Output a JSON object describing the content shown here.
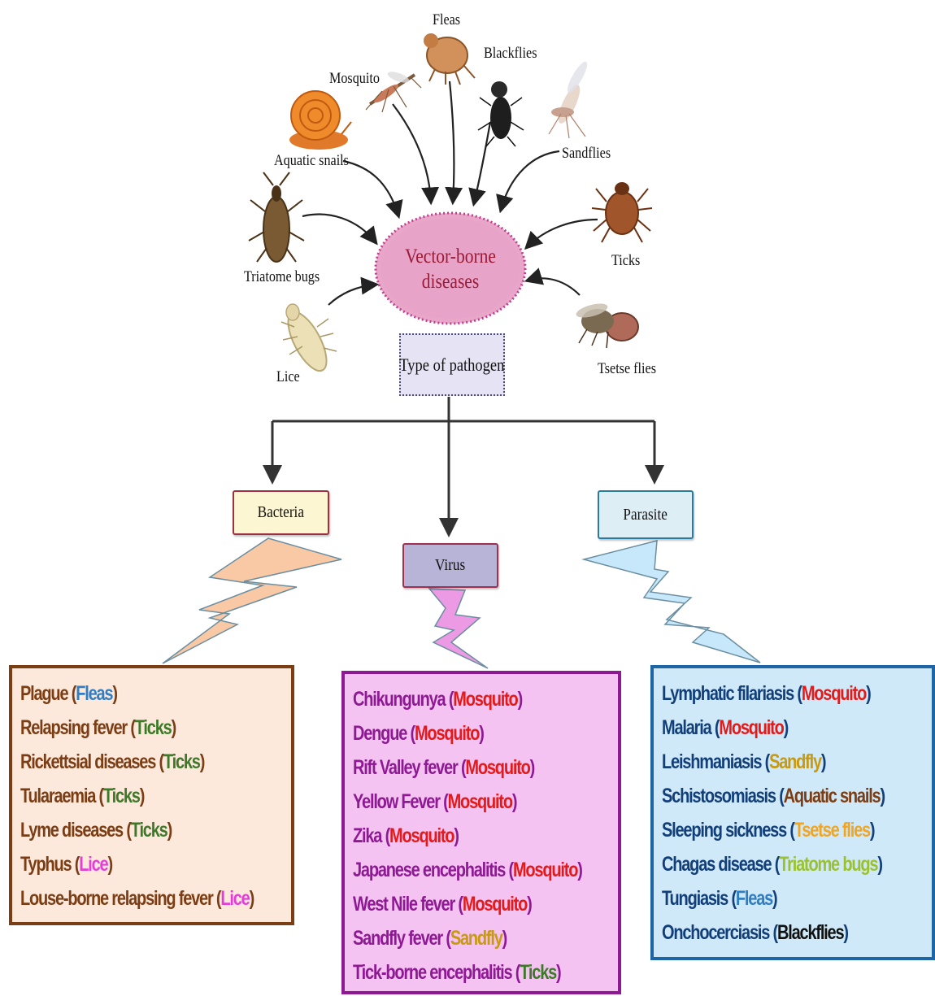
{
  "colors": {
    "fleas": "#2f7dc2",
    "ticks": "#3d7a28",
    "lice": "#e23fd6",
    "mosquito": "#e41a1a",
    "sandfly": "#c79a12",
    "aquatic_snails": "#7a3d14",
    "tsetse_flies": "#f2a51f",
    "triatome_bugs": "#9bc22e",
    "blackflies": "#111111"
  },
  "hub": {
    "line1": "Vector-borne",
    "line2": "diseases",
    "pathogen_label": "Type of pathogen"
  },
  "vectors": [
    {
      "label": "Fleas",
      "icon": "flea-icon"
    },
    {
      "label": "Blackflies",
      "icon": "blackfly-icon"
    },
    {
      "label": "Mosquito",
      "icon": "mosquito-icon"
    },
    {
      "label": "Aquatic snails",
      "icon": "snail-icon"
    },
    {
      "label": "Sandflies",
      "icon": "sandfly-icon"
    },
    {
      "label": "Ticks",
      "icon": "tick-icon"
    },
    {
      "label": "Triatome bugs",
      "icon": "triatome-bug-icon"
    },
    {
      "label": "Lice",
      "icon": "louse-icon"
    },
    {
      "label": "Tsetse flies",
      "icon": "tsetse-fly-icon"
    }
  ],
  "categories": {
    "bacteria": {
      "label": "Bacteria",
      "diseases": [
        {
          "name": "Plague",
          "vector": "Fleas",
          "color": "#2f7dc2"
        },
        {
          "name": "Relapsing fever",
          "vector": "Ticks",
          "color": "#3d7a28"
        },
        {
          "name": "Rickettsial diseases",
          "vector": "Ticks",
          "color": "#3d7a28"
        },
        {
          "name": "Tularaemia",
          "vector": "Ticks",
          "color": "#3d7a28"
        },
        {
          "name": "Lyme diseases",
          "vector": "Ticks",
          "color": "#3d7a28"
        },
        {
          "name": "Typhus",
          "vector": "Lice",
          "color": "#e23fd6"
        },
        {
          "name": "Louse-borne relapsing fever",
          "vector": "Lice",
          "color": "#e23fd6"
        }
      ]
    },
    "virus": {
      "label": "Virus",
      "diseases": [
        {
          "name": "Chikungunya",
          "vector": "Mosquito",
          "color": "#e41a1a"
        },
        {
          "name": "Dengue",
          "vector": "Mosquito",
          "color": "#e41a1a"
        },
        {
          "name": "Rift Valley fever",
          "vector": "Mosquito",
          "color": "#e41a1a"
        },
        {
          "name": "Yellow Fever",
          "vector": "Mosquito",
          "color": "#e41a1a"
        },
        {
          "name": "Zika",
          "vector": "Mosquito",
          "color": "#e41a1a"
        },
        {
          "name": "Japanese encephalitis",
          "vector": "Mosquito",
          "color": "#e41a1a"
        },
        {
          "name": "West Nile fever",
          "vector": "Mosquito",
          "color": "#e41a1a"
        },
        {
          "name": "Sandfly fever",
          "vector": "Sandfly",
          "color": "#c79a12"
        },
        {
          "name": "Tick-borne encephalitis",
          "vector": "Ticks",
          "color": "#3d7a28"
        }
      ]
    },
    "parasite": {
      "label": "Parasite",
      "diseases": [
        {
          "name": "Lymphatic filariasis",
          "vector": "Mosquito",
          "color": "#e41a1a"
        },
        {
          "name": "Malaria",
          "vector": "Mosquito",
          "color": "#e41a1a"
        },
        {
          "name": "Leishmaniasis",
          "vector": "Sandfly",
          "color": "#c79a12"
        },
        {
          "name": "Schistosomiasis",
          "vector": "Aquatic snails",
          "color": "#7a3d14"
        },
        {
          "name": "Sleeping sickness",
          "vector": "Tsetse flies",
          "color": "#f2a51f"
        },
        {
          "name": "Chagas disease",
          "vector": "Triatome bugs",
          "color": "#9bc22e"
        },
        {
          "name": "Tungiasis",
          "vector": "Fleas",
          "color": "#2f7dc2"
        },
        {
          "name": "Onchocerciasis",
          "vector": "Blackflies",
          "color": "#111111"
        }
      ]
    }
  }
}
